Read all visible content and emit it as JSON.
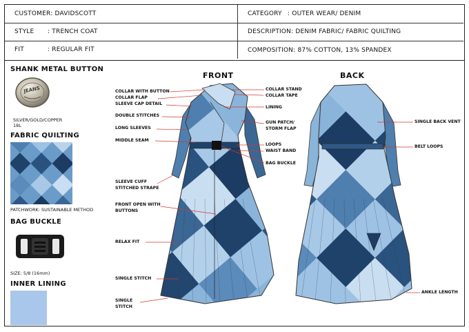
{
  "header": {
    "customer": "CUSTOMER: DAVIDSCOTT",
    "category": "CATEGORY",
    "category_value": ": OUTER WEAR/ DENIM",
    "style": "STYLE",
    "style_value": ": TRENCH COAT",
    "description": "DESCRIPTION: DENIM FABRIC/ FABRIC QUILTING",
    "fit": "FIT",
    "fit_value": ":  REGULAR FIT",
    "composition": "COMPOSITION: 87% COTTON, 13% SPANDEX"
  },
  "sidebar": {
    "button_title": "SHANK METAL BUTTON",
    "button_caption_1": "SILVER/GOLD/COPPER",
    "button_caption_2": "18L",
    "button_text": "JEANS",
    "quilting_title": "FABRIC QUILTING",
    "quilting_caption": "PATCHWORK: SUSTAINABLE METHOD",
    "buckle_title": "BAG BUCKLE",
    "buckle_caption": "SIZE: 5/8 (16mm)",
    "lining_title": "INNER LINING",
    "lining_color": "#a9c7ea"
  },
  "views": {
    "front": "FRONT",
    "back": "BACK"
  },
  "front_callouts_left": {
    "collar_with_button": "COLLAR WITH BUTTON",
    "collar_flap": "COLLAR FLAP",
    "sleeve_cap": "SLEEVE CAP DETAIL",
    "double_stitches": "DOUBLE STITCHES",
    "long_sleeves": "LONG SLEEVES",
    "middle_seam": "MIDDLE SEAM",
    "sleeve_cuff_1": "SLEEVE CUFF",
    "sleeve_cuff_2": "STITCHED STRAPE",
    "front_open_1": "FRONT OPEN WITH",
    "front_open_2": "BUTTONS",
    "relax_fit": "RELAX FIT",
    "single_stitch": "SINGLE STITCH",
    "single_stitch_b1": "SINGLE",
    "single_stitch_b2": "STITCH"
  },
  "front_callouts_right": {
    "collar_stand": "COLLAR STAND",
    "collar_tape": "COLLAR TAPE",
    "lining": "LINING",
    "gun_patch_1": "GUN PATCH/",
    "gun_patch_2": "STORM FLAP",
    "loops": "LOOPS",
    "waist_band": "WAIST BAND",
    "bag_buckle": "BAG BUCKLE"
  },
  "back_callouts": {
    "single_back_vent": "SINGLE BACK VENT",
    "belt_loops": "BELT LOOPS",
    "ankle_length": "ANKLE LENGTH"
  },
  "colors": {
    "denim_dark": "#23466f",
    "denim_mid": "#4f7fae",
    "denim_light": "#8ab4d9",
    "denim_pale": "#b9d3ea",
    "callout_line": "#d23a2a"
  }
}
